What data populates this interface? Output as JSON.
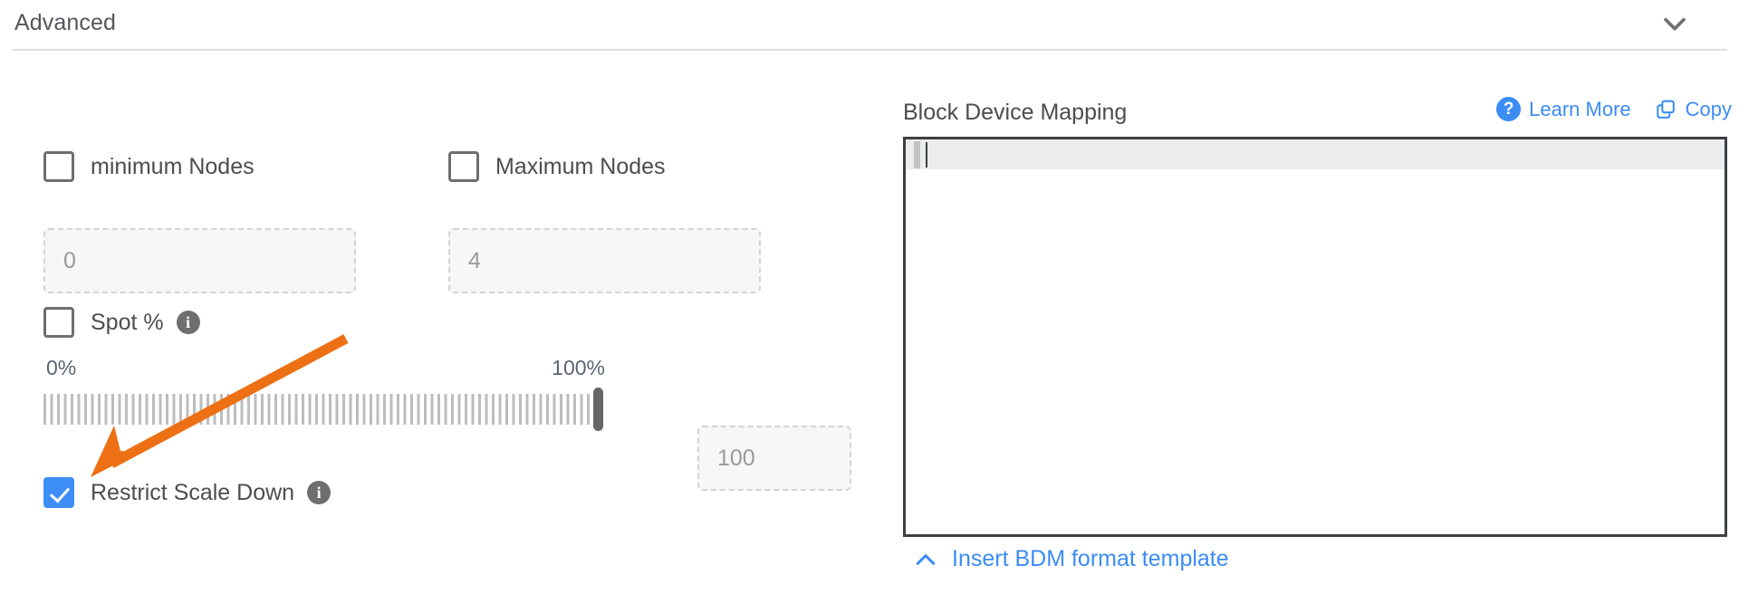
{
  "section": {
    "title": "Advanced",
    "collapse_icon": "chevron-down-icon"
  },
  "scaling": {
    "min_nodes": {
      "label": "minimum Nodes",
      "checked": false,
      "input_placeholder": "0",
      "input_value": ""
    },
    "max_nodes": {
      "label": "Maximum Nodes",
      "checked": false,
      "input_placeholder": "4",
      "input_value": ""
    },
    "spot": {
      "label": "Spot %",
      "checked": false,
      "info_icon": "info-icon",
      "info_glyph": "i"
    },
    "slider": {
      "min_label": "0%",
      "max_label": "100%",
      "min_value": 0,
      "max_value": 100,
      "current_value": 100,
      "input_placeholder": "100",
      "input_value": ""
    },
    "restrict_scale_down": {
      "label": "Restrict Scale Down",
      "checked": true,
      "info_icon": "info-icon",
      "info_glyph": "i"
    }
  },
  "bdm": {
    "title": "Block Device Mapping",
    "learn_more": {
      "label": "Learn More",
      "icon": "question-circle-icon",
      "glyph": "?"
    },
    "copy": {
      "label": "Copy",
      "icon": "copy-icon"
    },
    "editor": {
      "content": "",
      "active_line_highlighted": true
    },
    "footer_link": {
      "label": "Insert BDM format template",
      "icon": "chevron-up-icon"
    }
  },
  "annotation": {
    "type": "arrow",
    "color": "#ed7014",
    "points_to": "restrict-scale-down-checkbox"
  },
  "colors": {
    "accent_blue": "#3b8cf5",
    "checkbox_checked": "#3d8ef7",
    "annotation_orange": "#ed7014",
    "text": "#4d4d4d",
    "muted": "#9a9a9a",
    "rule": "#e0e0e0",
    "editor_border": "#3c4044"
  }
}
